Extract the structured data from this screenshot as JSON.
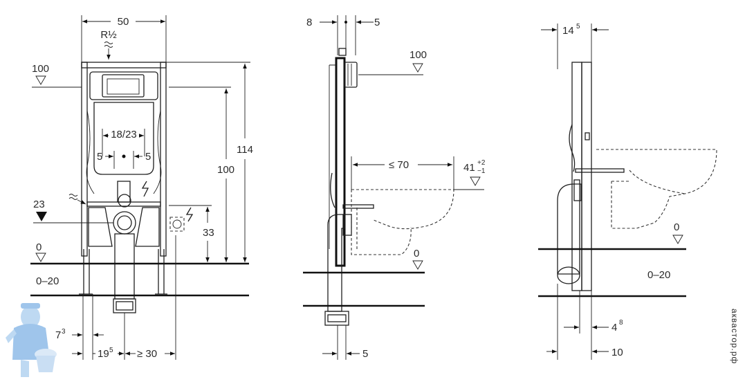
{
  "front_view": {
    "width_label": "50",
    "connection_label": "R½",
    "level_top": "100",
    "level_23": "23",
    "level_0": "0",
    "floor_range": "0–20",
    "flush_spacing": "18/23",
    "offset_left": "5",
    "offset_right": "5",
    "height_total": "114",
    "height_100": "100",
    "height_33": "33",
    "bottom_7_main": "7",
    "bottom_7_sup": "3",
    "bottom_19_main": "19",
    "bottom_19_sup": "5",
    "bottom_min": "≥ 30"
  },
  "side_view": {
    "depth_8": "8",
    "depth_5_top": "5",
    "level_100": "100",
    "reach_70": "≤ 70",
    "bowl_height_main": "41",
    "bowl_height_plus": "+2",
    "bowl_height_minus": "−1",
    "level_0": "0",
    "depth_5_bottom": "5"
  },
  "right_view": {
    "depth_14_main": "14",
    "depth_14_sup": "5",
    "level_0": "0",
    "floor_range": "0–20",
    "depth_4_main": "4",
    "depth_4_sup": "8",
    "depth_10": "10"
  },
  "watermark": {
    "vertical_text": "аквастор.рф"
  },
  "colors": {
    "line": "#1e1e1e",
    "mascot_blue": "#7fb2e5"
  }
}
